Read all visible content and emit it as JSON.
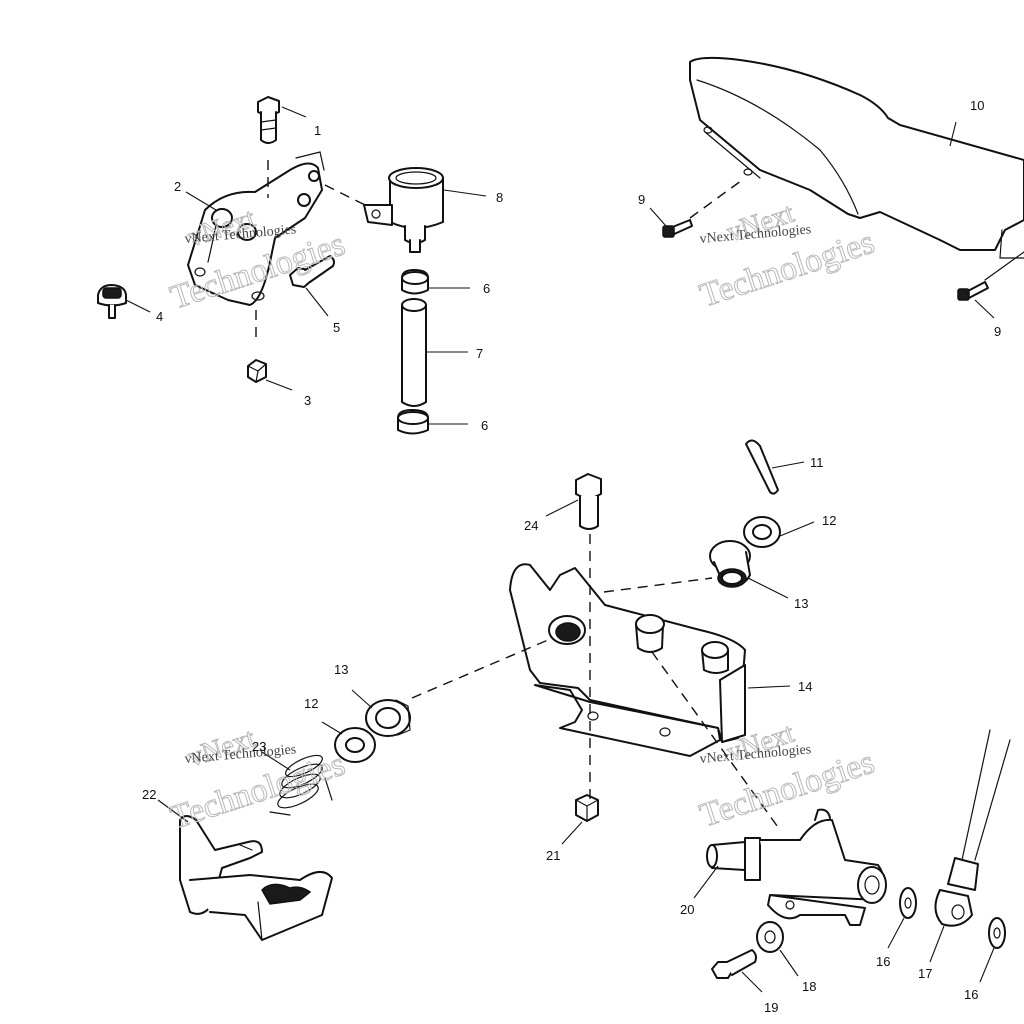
{
  "callouts": {
    "c1": "1",
    "c2": "2",
    "c3": "3",
    "c4": "4",
    "c5": "5",
    "c6a": "6",
    "c6b": "6",
    "c7": "7",
    "c8": "8",
    "c9a": "9",
    "c9b": "9",
    "c10": "10",
    "c11": "11",
    "c12a": "12",
    "c12b": "12",
    "c13a": "13",
    "c13b": "13",
    "c14": "14",
    "c16a": "16",
    "c16b": "16",
    "c17": "17",
    "c18": "18",
    "c19": "19",
    "c20": "20",
    "c21": "21",
    "c22": "22",
    "c23": "23",
    "c24": "24"
  },
  "watermark": {
    "brand": "vNext",
    "company": "vNext Technologies",
    "big": "Technologies"
  }
}
